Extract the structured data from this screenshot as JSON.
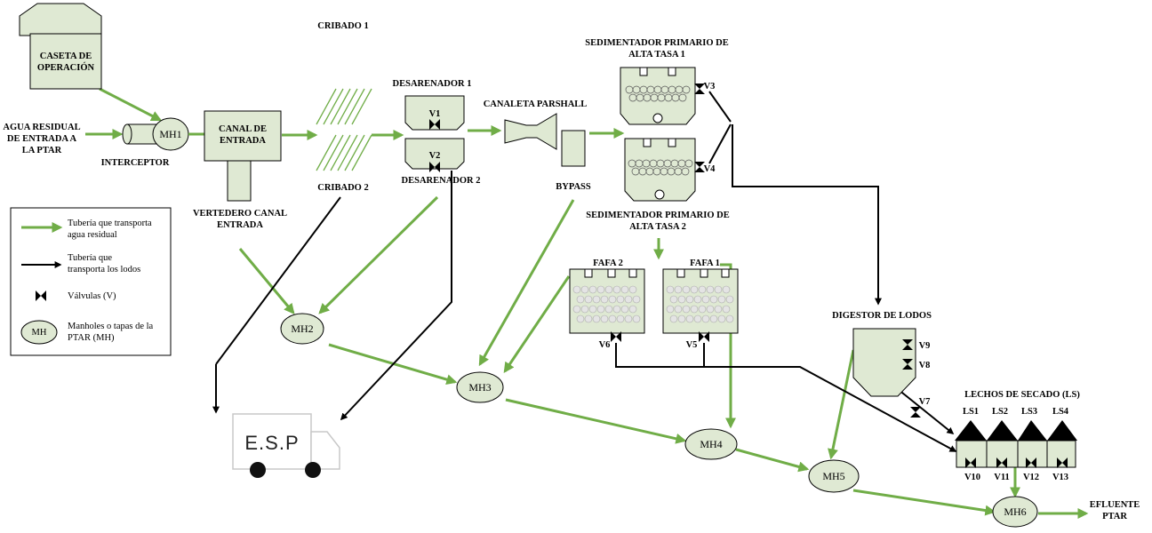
{
  "colors": {
    "water": "#70ad47",
    "sludge": "#000000",
    "fill": "#dfe9d3"
  },
  "labels": {
    "caseta_l1": "CASETA DE",
    "caseta_l2": "OPERACIÓN",
    "agua_l1": "AGUA RESIDUAL",
    "agua_l2": "DE ENTRADA A",
    "agua_l3": "LA PTAR",
    "interceptor": "INTERCEPTOR",
    "canal_l1": "CANAL DE",
    "canal_l2": "ENTRADA",
    "vertedero_l1": "VERTEDERO CANAL",
    "vertedero_l2": "ENTRADA",
    "cribado1": "CRIBADO 1",
    "cribado2": "CRIBADO 2",
    "desarenador1": "DESARENADOR 1",
    "desarenador2": "DESARENADOR 2",
    "parshall": "CANALETA PARSHALL",
    "bypass": "BYPASS",
    "sed1_l1": "SEDIMENTADOR PRIMARIO DE",
    "sed1_l2": "ALTA TASA 1",
    "sed2_l1": "SEDIMENTADOR PRIMARIO DE",
    "sed2_l2": "ALTA TASA 2",
    "fafa2": "FAFA 2",
    "fafa1": "FAFA 1",
    "digestor": "DIGESTOR DE LODOS",
    "lechos": "LECHOS DE SECADO (LS)",
    "ls1": "LS1",
    "ls2": "LS2",
    "ls3": "LS3",
    "ls4": "LS4",
    "efluente_l1": "EFLUENTE",
    "efluente_l2": "PTAR",
    "truck": "E.S.P"
  },
  "valves": {
    "v1": "V1",
    "v2": "V2",
    "v3": "V3",
    "v4": "V4",
    "v5": "V5",
    "v6": "V6",
    "v7": "V7",
    "v8": "V8",
    "v9": "V9",
    "v10": "V10",
    "v11": "V11",
    "v12": "V12",
    "v13": "V13"
  },
  "manholes": {
    "mh1": "MH1",
    "mh2": "MH2",
    "mh3": "MH3",
    "mh4": "MH4",
    "mh5": "MH5",
    "mh6": "MH6"
  },
  "legend": {
    "water_l1": "Tubería que transporta",
    "water_l2": "agua residual",
    "sludge_l1": "Tubería que",
    "sludge_l2": "transporta los lodos",
    "valve": "Válvulas (V)",
    "mh_symbol": "MH",
    "mh_l1": "Manholes o tapas de la",
    "mh_l2": "PTAR (MH)"
  }
}
